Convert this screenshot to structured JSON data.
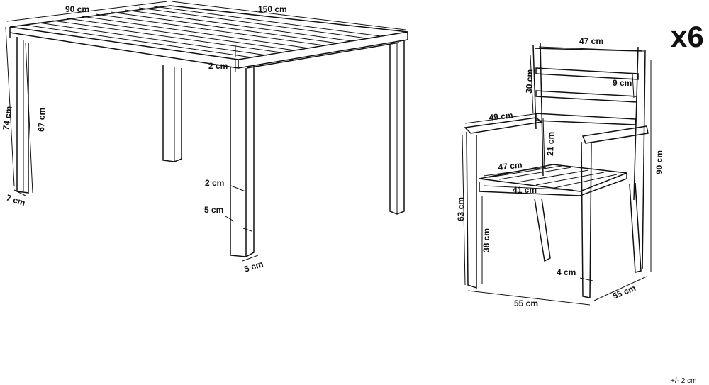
{
  "quantity_badge": "x6",
  "tolerance_note": "+/- 2 cm",
  "table": {
    "depth": "90 cm",
    "width": "150 cm",
    "top_thickness": "2 cm",
    "height": "74 cm",
    "leg_height": "67 cm",
    "leg_depth_side": "7 cm",
    "leg_inset": "2 cm",
    "leg_section_a": "5 cm",
    "leg_section_b": "5 cm"
  },
  "chair": {
    "back_width": "47 cm",
    "back_height": "30 cm",
    "slat_height": "9 cm",
    "arm_depth": "49 cm",
    "back_to_seat": "21 cm",
    "seat_width": "47 cm",
    "seat_depth": "41 cm",
    "total_height": "90 cm",
    "arm_height": "63 cm",
    "seat_height": "38 cm",
    "leg_size": "4 cm",
    "footprint_width": "55 cm",
    "footprint_depth": "55 cm"
  }
}
